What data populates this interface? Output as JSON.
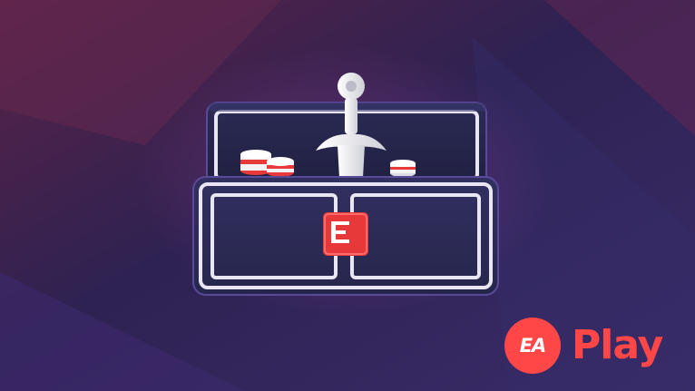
{
  "brand": {
    "badge_text": "EA",
    "product_text": "Play",
    "logo_color": "#ff4747"
  },
  "palette": {
    "background": "#2a1f4a",
    "chest_body": "#2c2b52",
    "chest_outline": "#e9e6f3",
    "accent_red": "#e8393a",
    "sword": "#ececf0"
  },
  "illustration": {
    "subject": "treasure-chest",
    "items": [
      "sword-icon",
      "token-stack-icon",
      "lock-icon"
    ]
  }
}
